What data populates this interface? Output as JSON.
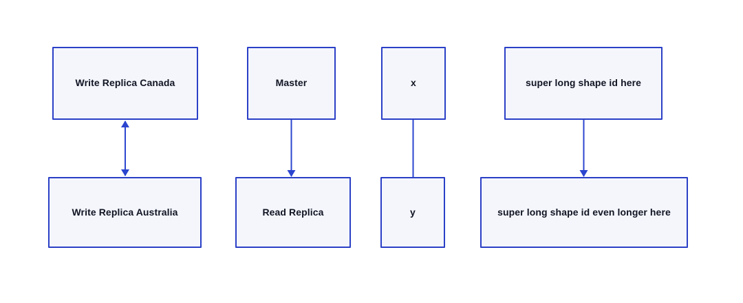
{
  "diagram": {
    "background_color": "#ffffff",
    "node_fill_color": "#f4f6fc",
    "node_border_color": "#2a3fc6",
    "edge_color": "#2b45cf",
    "label_color": "#111422",
    "nodes": [
      {
        "id": "write-replica-canada",
        "label": "Write Replica Canada"
      },
      {
        "id": "write-replica-australia",
        "label": "Write Replica Australia"
      },
      {
        "id": "master",
        "label": "Master"
      },
      {
        "id": "read-replica",
        "label": "Read Replica"
      },
      {
        "id": "x",
        "label": "x"
      },
      {
        "id": "y",
        "label": "y"
      },
      {
        "id": "super-long-shape-id-here",
        "label": "super long shape id here"
      },
      {
        "id": "super-long-shape-id-even-longer-here",
        "label": "super long shape id even longer here"
      }
    ],
    "edges": [
      {
        "from": "Write Replica Canada",
        "to": "Write Replica Australia",
        "type": "arrow-bidirectional"
      },
      {
        "from": "Master",
        "to": "Read Replica",
        "type": "arrow-down"
      },
      {
        "from": "x",
        "to": "y",
        "type": "plain-line"
      },
      {
        "from": "super long shape id here",
        "to": "super long shape id even longer here",
        "type": "arrow-down"
      }
    ]
  }
}
